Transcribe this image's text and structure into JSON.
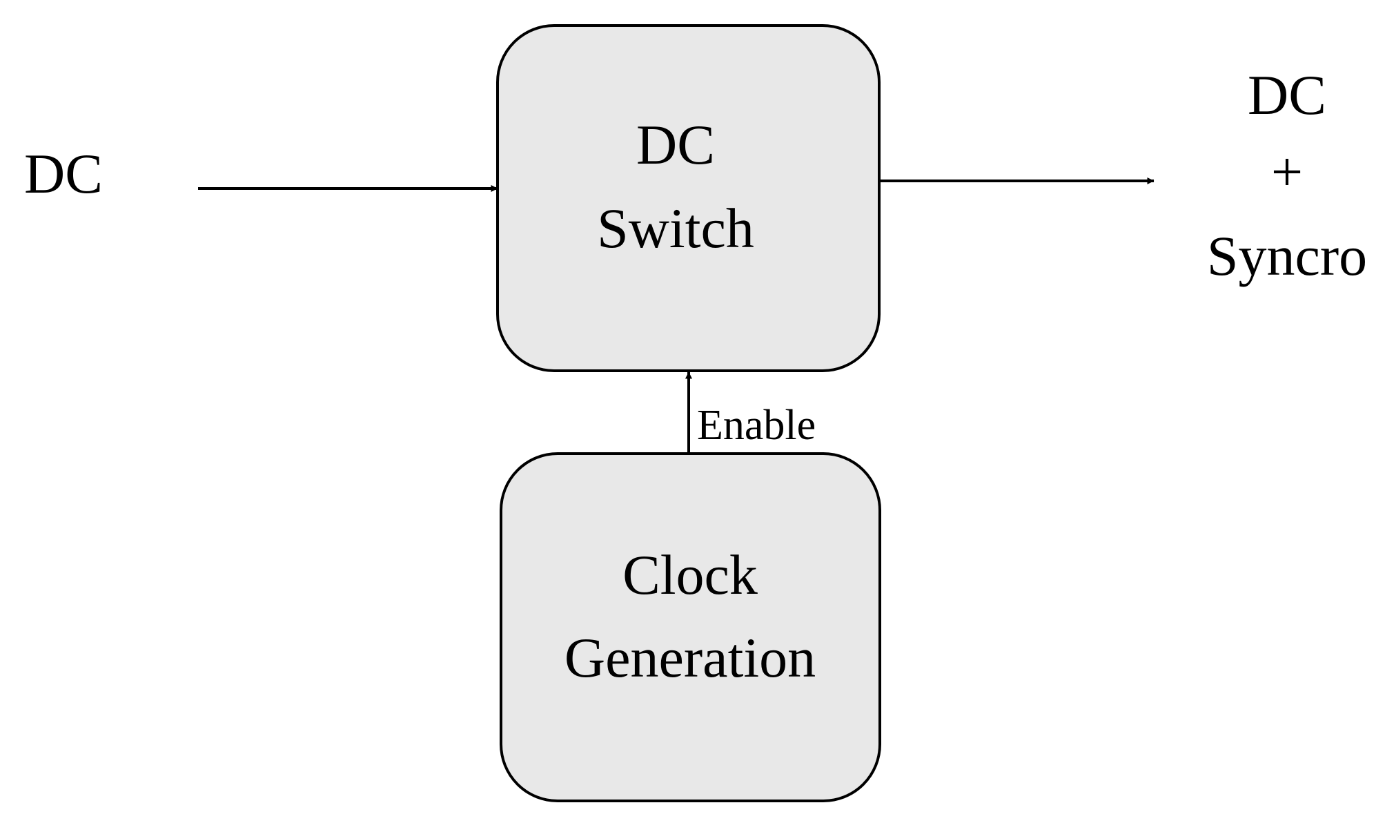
{
  "diagram": {
    "input_label": "DC",
    "blocks": {
      "dc_switch": {
        "line1": "DC",
        "line2": "Switch"
      },
      "clock_generation": {
        "line1": "Clock",
        "line2": "Generation"
      }
    },
    "enable_label": "Enable",
    "output_label": {
      "line1": "DC",
      "line2": "+",
      "line3": "Syncro"
    }
  },
  "colors": {
    "block_fill": "#e8e8e8",
    "stroke": "#000000",
    "text": "#000000",
    "background": "#ffffff"
  }
}
